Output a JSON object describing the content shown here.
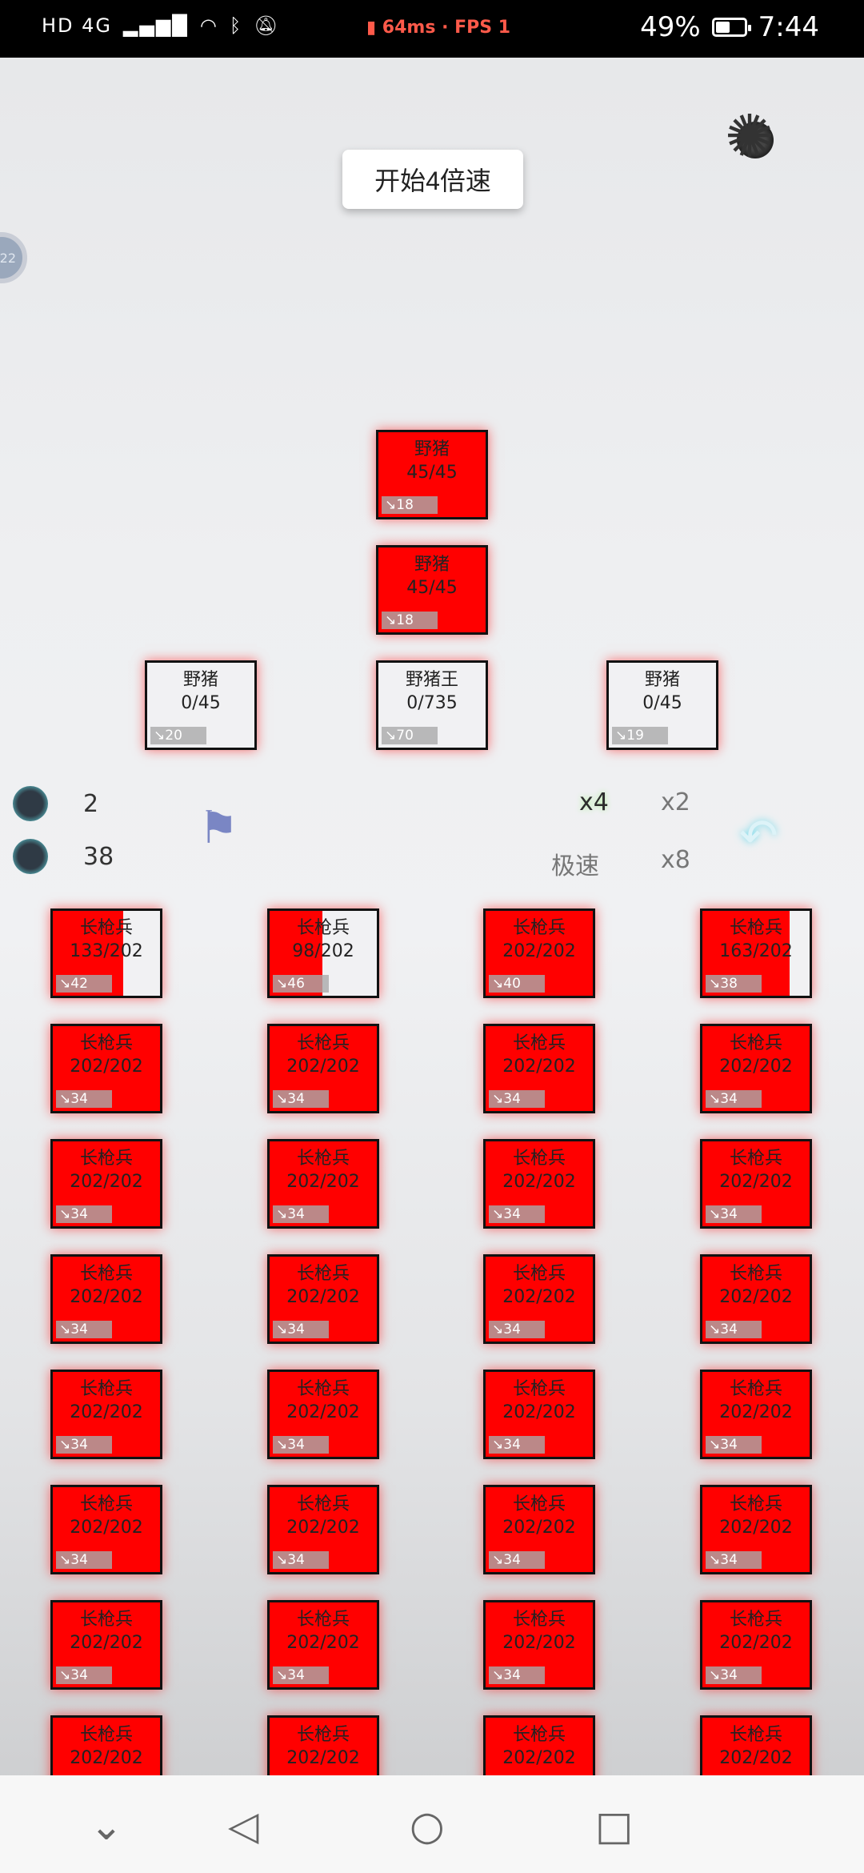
{
  "status_bar": {
    "left": "HD 4G",
    "network": "64ms · FPS 1",
    "battery": "49%",
    "time": "7:44"
  },
  "speed_button_label": "开始4倍速",
  "avatar_text": "22",
  "enemies": [
    {
      "name": "野猪",
      "hp": "45/45",
      "atk": "18",
      "fill": 1.0
    },
    {
      "name": "野猪",
      "hp": "45/45",
      "atk": "18",
      "fill": 1.0
    },
    {
      "name": "野猪",
      "hp": "0/45",
      "atk": "20",
      "fill": 0.0
    },
    {
      "name": "野猪王",
      "hp": "0/735",
      "atk": "70",
      "fill": 0.0
    },
    {
      "name": "野猪",
      "hp": "0/45",
      "atk": "19",
      "fill": 0.0
    }
  ],
  "resources": {
    "monsters": "2",
    "soldiers": "38"
  },
  "speed_options": {
    "x4": "x4",
    "x2": "x2",
    "max": "极速",
    "x8": "x8"
  },
  "units": [
    {
      "name": "长枪兵",
      "hp": "133/202",
      "atk": "42",
      "fill": 0.66
    },
    {
      "name": "长枪兵",
      "hp": "98/202",
      "atk": "46",
      "fill": 0.49
    },
    {
      "name": "长枪兵",
      "hp": "202/202",
      "atk": "40",
      "fill": 1.0
    },
    {
      "name": "长枪兵",
      "hp": "163/202",
      "atk": "38",
      "fill": 0.81
    },
    {
      "name": "长枪兵",
      "hp": "202/202",
      "atk": "34",
      "fill": 1.0
    },
    {
      "name": "长枪兵",
      "hp": "202/202",
      "atk": "34",
      "fill": 1.0
    },
    {
      "name": "长枪兵",
      "hp": "202/202",
      "atk": "34",
      "fill": 1.0
    },
    {
      "name": "长枪兵",
      "hp": "202/202",
      "atk": "34",
      "fill": 1.0
    },
    {
      "name": "长枪兵",
      "hp": "202/202",
      "atk": "34",
      "fill": 1.0
    },
    {
      "name": "长枪兵",
      "hp": "202/202",
      "atk": "34",
      "fill": 1.0
    },
    {
      "name": "长枪兵",
      "hp": "202/202",
      "atk": "34",
      "fill": 1.0
    },
    {
      "name": "长枪兵",
      "hp": "202/202",
      "atk": "34",
      "fill": 1.0
    },
    {
      "name": "长枪兵",
      "hp": "202/202",
      "atk": "34",
      "fill": 1.0
    },
    {
      "name": "长枪兵",
      "hp": "202/202",
      "atk": "34",
      "fill": 1.0
    },
    {
      "name": "长枪兵",
      "hp": "202/202",
      "atk": "34",
      "fill": 1.0
    },
    {
      "name": "长枪兵",
      "hp": "202/202",
      "atk": "34",
      "fill": 1.0
    },
    {
      "name": "长枪兵",
      "hp": "202/202",
      "atk": "34",
      "fill": 1.0
    },
    {
      "name": "长枪兵",
      "hp": "202/202",
      "atk": "34",
      "fill": 1.0
    },
    {
      "name": "长枪兵",
      "hp": "202/202",
      "atk": "34",
      "fill": 1.0
    },
    {
      "name": "长枪兵",
      "hp": "202/202",
      "atk": "34",
      "fill": 1.0
    },
    {
      "name": "长枪兵",
      "hp": "202/202",
      "atk": "34",
      "fill": 1.0
    },
    {
      "name": "长枪兵",
      "hp": "202/202",
      "atk": "34",
      "fill": 1.0
    },
    {
      "name": "长枪兵",
      "hp": "202/202",
      "atk": "34",
      "fill": 1.0
    },
    {
      "name": "长枪兵",
      "hp": "202/202",
      "atk": "34",
      "fill": 1.0
    },
    {
      "name": "长枪兵",
      "hp": "202/202",
      "atk": "34",
      "fill": 1.0
    },
    {
      "name": "长枪兵",
      "hp": "202/202",
      "atk": "34",
      "fill": 1.0
    },
    {
      "name": "长枪兵",
      "hp": "202/202",
      "atk": "34",
      "fill": 1.0
    },
    {
      "name": "长枪兵",
      "hp": "202/202",
      "atk": "34",
      "fill": 1.0
    },
    {
      "name": "长枪兵",
      "hp": "202/202",
      "atk": "",
      "fill": 1.0
    },
    {
      "name": "长枪兵",
      "hp": "202/202",
      "atk": "",
      "fill": 1.0
    },
    {
      "name": "长枪兵",
      "hp": "202/202",
      "atk": "",
      "fill": 1.0
    },
    {
      "name": "长枪兵",
      "hp": "202/202",
      "atk": "",
      "fill": 1.0
    }
  ],
  "icons": {
    "sun": "sun-icon",
    "monster": "monster-icon",
    "helmet": "helmet-icon",
    "flag": "pirate-flag-icon",
    "undo": "undo-icon",
    "nav_down": "chevron-down-icon",
    "nav_back": "back-icon",
    "nav_home": "home-icon",
    "nav_recent": "recent-apps-icon"
  },
  "colors": {
    "card_fill": "#ff0000",
    "card_empty": "#f1f1f3"
  }
}
